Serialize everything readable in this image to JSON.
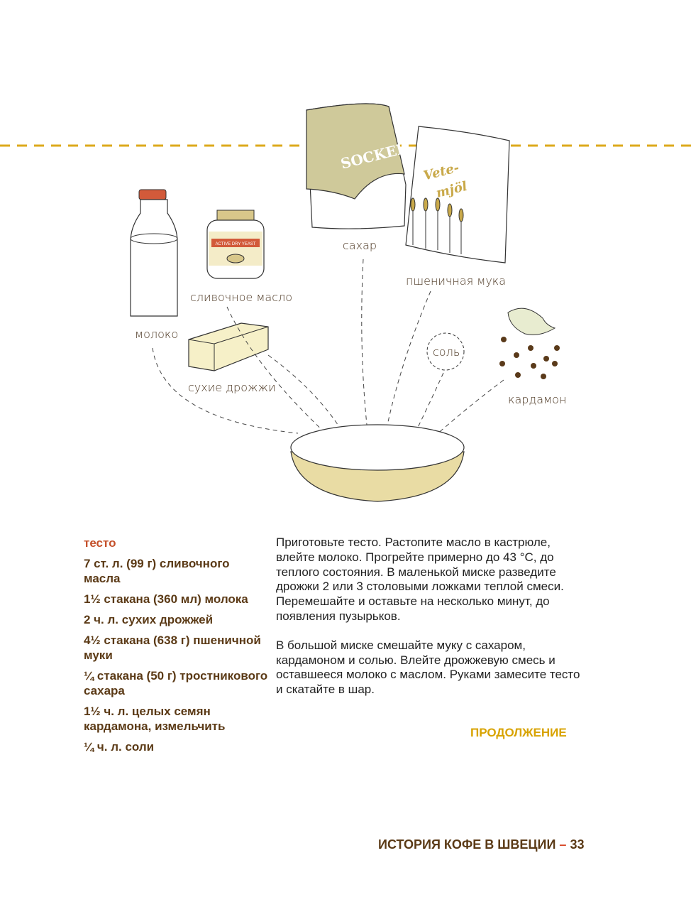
{
  "illustration": {
    "labels": {
      "milk": "молоко",
      "butter": "сливочное масло",
      "yeast": "сухие дрожжи",
      "sugar": "сахар",
      "flour": "пшеничная мука",
      "salt": "соль",
      "cardamom": "кардамон"
    },
    "package_text": {
      "sugar_bag": "SOCKER",
      "flour_bag_1": "Vete-",
      "flour_bag_2": "mjöl",
      "yeast_jar": "ACTIVE DRY YEAST"
    },
    "colors": {
      "dashed_line": "#dcaa1c",
      "bag": "#cfc99a",
      "bowl_fill": "#e9dca4",
      "cap": "#d25a3a"
    }
  },
  "ingredients": {
    "heading": "тесто",
    "items": [
      "7 ст. л. (99 г) сливочного масла",
      "1½ стакана (360 мл) молока",
      "2 ч. л. сухих дрожжей",
      "4½ стакана (638 г) пшеничной муки",
      "¼ стакана (50 г) тростникового сахара",
      "1½ ч. л. целых семян кардамона, измельчить",
      "¼ ч. л. соли"
    ]
  },
  "method": {
    "paragraphs": [
      "Приготовьте тесто. Растопите масло в кастрюле, влейте молоко. Прогрейте примерно до 43 °С, до теплого состояния. В маленькой миске разведите дрожжи 2 или 3 столовыми ложками теплой смеси. Перемешайте и оставьте на несколько минут, до появления пузырьков.",
      "В большой миске смешайте муку с сахаром, кардамоном и солью. Влейте дрожжевую смесь и оставшееся молоко с маслом. Руками замесите тесто и скатайте в шар."
    ],
    "continued": "ПРОДОЛЖЕНИЕ"
  },
  "footer": {
    "title": "ИСТОРИЯ КОФЕ В ШВЕЦИИ",
    "dash": "–",
    "page_number": "33"
  }
}
